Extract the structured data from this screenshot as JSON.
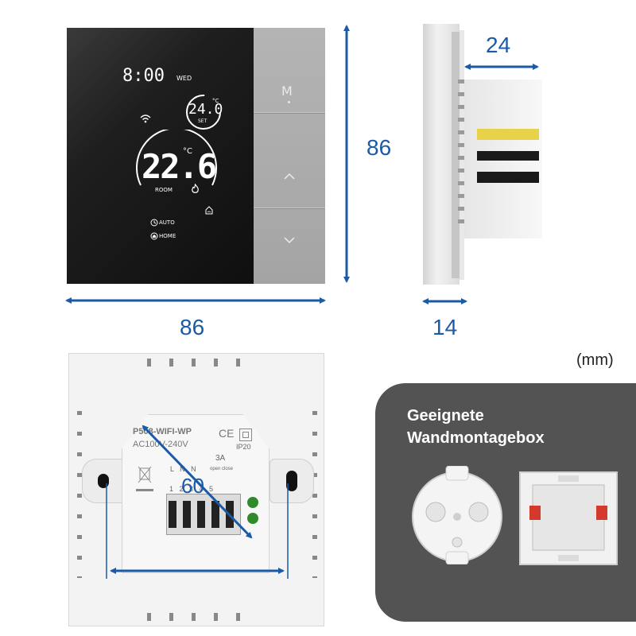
{
  "thermostat": {
    "time": "8:00",
    "day": "WED",
    "set_temp": "24.0",
    "set_unit": "°C",
    "set_label": "SET",
    "room_temp": "22.6",
    "room_unit": "°C",
    "room_label": "ROOM",
    "mode_auto": "AUTO",
    "mode_home": "HOME",
    "button_m": "M"
  },
  "dimensions": {
    "front_width": "86",
    "front_height": "86",
    "side_depth": "24",
    "side_plate": "14",
    "back_spacing": "60",
    "unit": "(mm)"
  },
  "back_panel": {
    "model": "P508-WIFI-WP",
    "voltage": "AC100V-240V",
    "ip_rating": "IP20",
    "current": "3A",
    "terminal_letters": "L   N   N",
    "terminal_note": "open close",
    "terminal_numbers": "1   2   3   4   5"
  },
  "box_panel": {
    "title_line1": "Geeignete",
    "title_line2": "Wandmontagebox"
  }
}
